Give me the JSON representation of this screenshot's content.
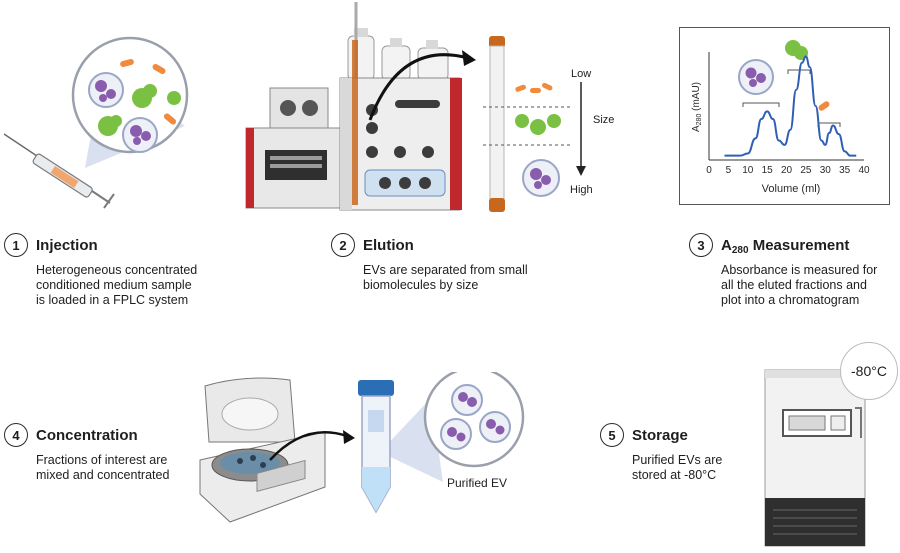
{
  "steps": [
    {
      "num": "1",
      "title": "Injection",
      "desc": [
        "Heterogeneous concentrated",
        "conditioned medium sample",
        "is loaded in a FPLC system"
      ]
    },
    {
      "num": "2",
      "title": "Elution",
      "desc": [
        "EVs are separated from small",
        "biomolecules by size"
      ]
    },
    {
      "num": "3",
      "title_prefix": "A",
      "title_sub": "280",
      "title_suffix": " Measurement",
      "desc": [
        "Absorbance is measured for",
        "all the eluted fractions and",
        "plot into a chromatogram"
      ]
    },
    {
      "num": "4",
      "title": "Concentration",
      "desc": [
        "Fractions of interest are",
        "mixed and concentrated"
      ]
    },
    {
      "num": "5",
      "title": "Storage",
      "desc": [
        "Purified EVs are",
        "stored at -80°C"
      ]
    }
  ],
  "column_labels": {
    "low": "Low",
    "size": "Size",
    "high": "High"
  },
  "purified_label": "Purified EV",
  "freezer_temp": "-80°C",
  "chart_data": {
    "type": "line",
    "ylabel_prefix": "A",
    "ylabel_sub": "280",
    "ylabel_suffix": " (mAU)",
    "xlabel": "Volume (ml)",
    "xlim": [
      0,
      40
    ],
    "ylim": [
      0,
      100
    ],
    "xticks": [
      0,
      5,
      10,
      15,
      20,
      25,
      30,
      35,
      40
    ],
    "series": [
      {
        "x": [
          4,
          8,
          10,
          12,
          13.5,
          15,
          16.5,
          18,
          19.5,
          21,
          22.5,
          24,
          25,
          26,
          27.5,
          29,
          30,
          31,
          32,
          33.5,
          35,
          36.5,
          38
        ],
        "values": [
          4,
          4,
          6,
          20,
          38,
          45,
          38,
          18,
          14,
          28,
          65,
          90,
          96,
          86,
          50,
          18,
          14,
          25,
          32,
          24,
          8,
          4,
          4
        ]
      }
    ],
    "line_color": "#2f5fb5",
    "grid": false
  },
  "colors": {
    "ev_purple": "#8a5cae",
    "protein_green": "#7ac143",
    "small_orange": "#f08a3c",
    "instrument_red": "#c0282d",
    "column_orange": "#c8681e"
  }
}
